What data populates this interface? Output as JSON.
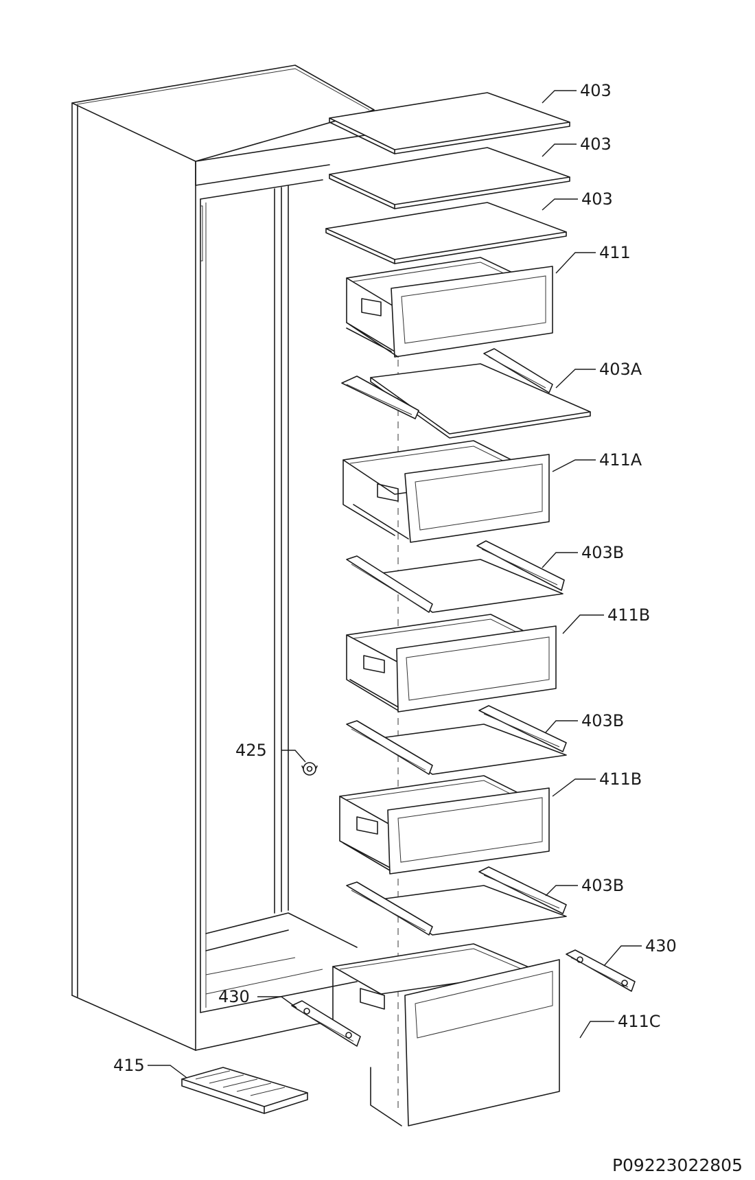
{
  "document_code": "P09223022805",
  "callouts": [
    {
      "id": "c403-1",
      "text": "403"
    },
    {
      "id": "c403-2",
      "text": "403"
    },
    {
      "id": "c403-3",
      "text": "403"
    },
    {
      "id": "c411",
      "text": "411"
    },
    {
      "id": "c403a",
      "text": "403A"
    },
    {
      "id": "c411a",
      "text": "411A"
    },
    {
      "id": "c403b-1",
      "text": "403B"
    },
    {
      "id": "c411b-1",
      "text": "411B"
    },
    {
      "id": "c403b-2",
      "text": "403B"
    },
    {
      "id": "c425",
      "text": "425"
    },
    {
      "id": "c411b-2",
      "text": "411B"
    },
    {
      "id": "c403b-3",
      "text": "403B"
    },
    {
      "id": "c430-r",
      "text": "430"
    },
    {
      "id": "c430-l",
      "text": "430"
    },
    {
      "id": "c411c",
      "text": "411C"
    },
    {
      "id": "c415",
      "text": "415"
    }
  ]
}
